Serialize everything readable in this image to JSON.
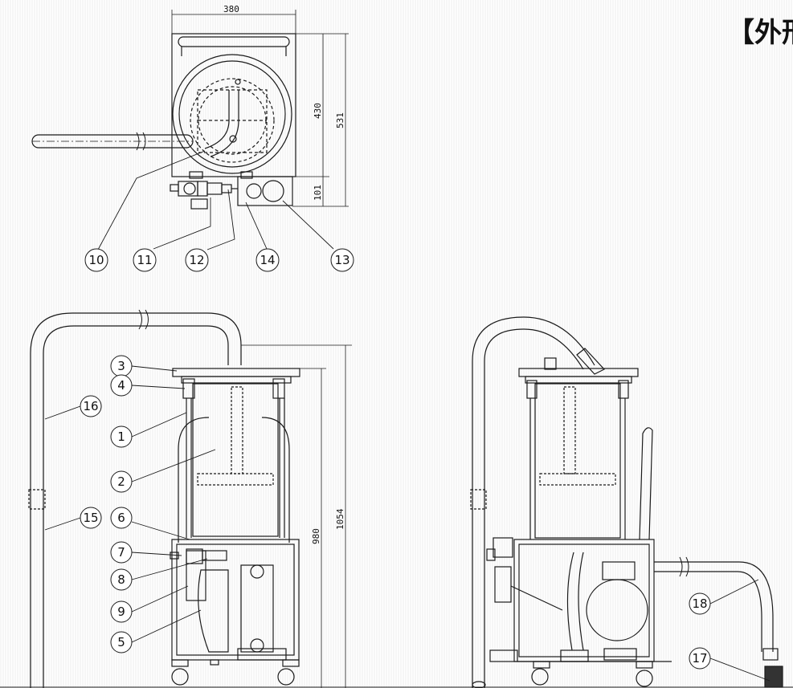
{
  "title": "【外形",
  "dimensions": {
    "top_width": "380",
    "top_depth": "430",
    "total_depth": "531",
    "box_depth": "101",
    "body_height": "980",
    "total_height": "1054"
  },
  "balloons": {
    "b1": "1",
    "b2": "2",
    "b3": "3",
    "b4": "4",
    "b5": "5",
    "b6": "6",
    "b7": "7",
    "b8": "8",
    "b9": "9",
    "b10": "10",
    "b11": "11",
    "b12": "12",
    "b13": "13",
    "b14": "14",
    "b15": "15",
    "b16": "16",
    "b17": "17",
    "b18": "18"
  },
  "colors": {
    "line": "#1a1a1a",
    "hatch": "#eeeeee",
    "background": "#ffffff"
  }
}
